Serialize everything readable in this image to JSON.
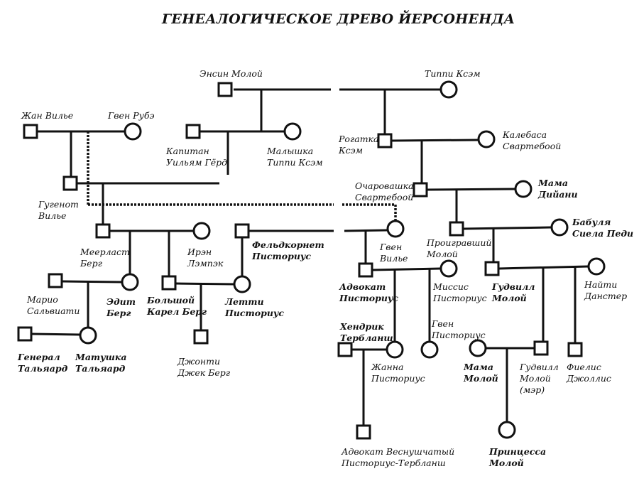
{
  "title": "ГЕНЕАЛОГИЧЕСКОЕ ДРЕВО ЙЕРСОНЕНДА",
  "colors": {
    "ink": "#111111",
    "background": "#ffffff"
  },
  "people": {
    "ensin_moloi": {
      "name": "Энсин Молой",
      "sex": "male"
    },
    "tippi_ksem": {
      "name": "Типпи Ксэм",
      "sex": "female"
    },
    "zhan_vilie": {
      "name": "Жан Вилье",
      "sex": "male"
    },
    "gven_rube": {
      "name": "Гвен Рубэ",
      "sex": "female"
    },
    "kapitan_gerd": {
      "name": "Капитан\nУильям Гёрд",
      "sex": "male"
    },
    "malyshka_tippi": {
      "name": "Малышка\nТиппи Ксэм",
      "sex": "female"
    },
    "rogatka_ksem": {
      "name": "Рогатка\nКсэм",
      "sex": "male"
    },
    "kalebasa": {
      "name": "Калебаса\nСвартебоой",
      "sex": "female"
    },
    "gugenot_vilie": {
      "name": "Гугенот\nВилье",
      "sex": "male"
    },
    "ocharovashka": {
      "name": "Очаровашка\nСвартебоой",
      "sex": "male"
    },
    "mama_diyani": {
      "name": "Мама\nДийани",
      "sex": "female"
    },
    "meerlast_berg": {
      "name": "Меерласт\nБерг",
      "sex": "male"
    },
    "iren_lempek": {
      "name": "Ирэн\nЛэмпэк",
      "sex": "female"
    },
    "feldkornet": {
      "name": "Фельдкорнет\nПисториус",
      "sex": "male"
    },
    "gven_vilie": {
      "name": "Гвен\nВилье",
      "sex": "female"
    },
    "proigravshii": {
      "name": "Проигравший\nМолой",
      "sex": "male"
    },
    "babulya": {
      "name": "Бабуля\nСиела Педи",
      "sex": "female"
    },
    "mario": {
      "name": "Марио\nСальвиати",
      "sex": "male"
    },
    "edit_berg": {
      "name": "Эдит\nБерг",
      "sex": "female"
    },
    "bolshoi_karel": {
      "name": "Большой\nКарел Берг",
      "sex": "male"
    },
    "letti": {
      "name": "Летти\nПисториус",
      "sex": "female"
    },
    "advokat_pistorius": {
      "name": "Адвокат\nПисториус",
      "sex": "male"
    },
    "missis_pistorius": {
      "name": "Миссис\nПисториус",
      "sex": "female"
    },
    "gudvill_moloi": {
      "name": "Гудвилл\nМолой",
      "sex": "male"
    },
    "naiti_danster": {
      "name": "Найти\nДанстер",
      "sex": "female"
    },
    "general": {
      "name": "Генерал\nТальяард",
      "sex": "male"
    },
    "matushka": {
      "name": "Матушка\nТальяард",
      "sex": "female"
    },
    "dzhonti": {
      "name": "Джонти\nДжек Берг",
      "sex": "male"
    },
    "hendrik": {
      "name": "Хендрик\nТербланш",
      "sex": "male"
    },
    "zhanna": {
      "name": "Жанна\nПисториус",
      "sex": "female"
    },
    "gven_pistorius": {
      "name": "Гвен\nПисториус",
      "sex": "female"
    },
    "mama_moloi": {
      "name": "Мама\nМолой",
      "sex": "female"
    },
    "gudvill_mer": {
      "name": "Гудвилл\nМолой\n(мэр)",
      "sex": "male"
    },
    "fielis": {
      "name": "Фиелис\nДжоллис",
      "sex": "male"
    },
    "advokat_vesnushchatyi": {
      "name": "Адвокат Веснушчатый\nПисториус-Тербланш",
      "sex": "male"
    },
    "printsessa": {
      "name": "Принцесса\nМолой",
      "sex": "female"
    }
  }
}
